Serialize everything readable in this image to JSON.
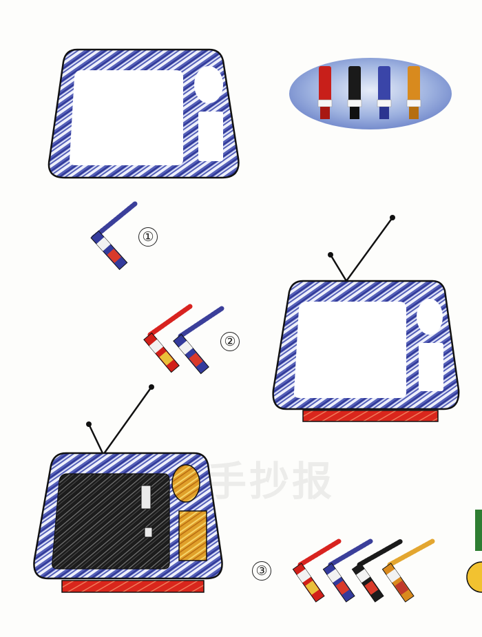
{
  "steps": {
    "step1": "①",
    "step2": "②",
    "step3": "③"
  },
  "watermark": "手抄报",
  "colors": {
    "blue_crayon": "#3b3f9a",
    "red_crayon": "#d8231f",
    "black_crayon": "#1a1a1a",
    "yellow_crayon": "#e3a630",
    "outline": "#111111",
    "badge_bg": "#5b7fc7"
  },
  "icons": [
    "tv-frame-icon",
    "crayon-icon",
    "antenna-icon",
    "crayon-box-icon"
  ]
}
